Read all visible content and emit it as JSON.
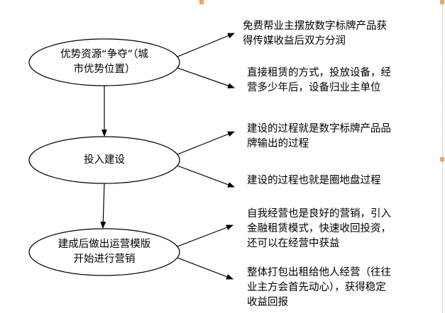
{
  "nodes": [
    {
      "id": "node-1",
      "lines": [
        "优势资源“争夺”（城",
        "市优势位置）"
      ]
    },
    {
      "id": "node-2",
      "lines": [
        "投入建设"
      ]
    },
    {
      "id": "node-3",
      "lines": [
        "建成后做出运营模版",
        "开始进行营销"
      ]
    }
  ],
  "notes": [
    {
      "id": "note-1a",
      "lines": [
        "免费帮业主摆放数字标牌产品获",
        "得传媒收益后双方分润"
      ]
    },
    {
      "id": "note-1b",
      "lines": [
        "直接租赁的方式，投放设备，经",
        "营多少年后，设备归业主单位"
      ]
    },
    {
      "id": "note-2a",
      "lines": [
        "建设的过程就是数字标牌产品品",
        "牌输出的过程"
      ]
    },
    {
      "id": "note-2b",
      "lines": [
        "建设的过程也就是圈地盘过程"
      ]
    },
    {
      "id": "note-3a",
      "lines": [
        "自我经营也是良好的营销，引入",
        "金融租赁模式，快速收回投资，",
        "还可以在经营中获益"
      ]
    },
    {
      "id": "note-3b",
      "lines": [
        "整体打包出租给他人经营（往往",
        "业主方会首先动心），获得稳定",
        "收益回报"
      ]
    }
  ],
  "colors": {
    "stroke": "#000000",
    "handle": "#f4a261",
    "frame": "#c9b08a"
  }
}
